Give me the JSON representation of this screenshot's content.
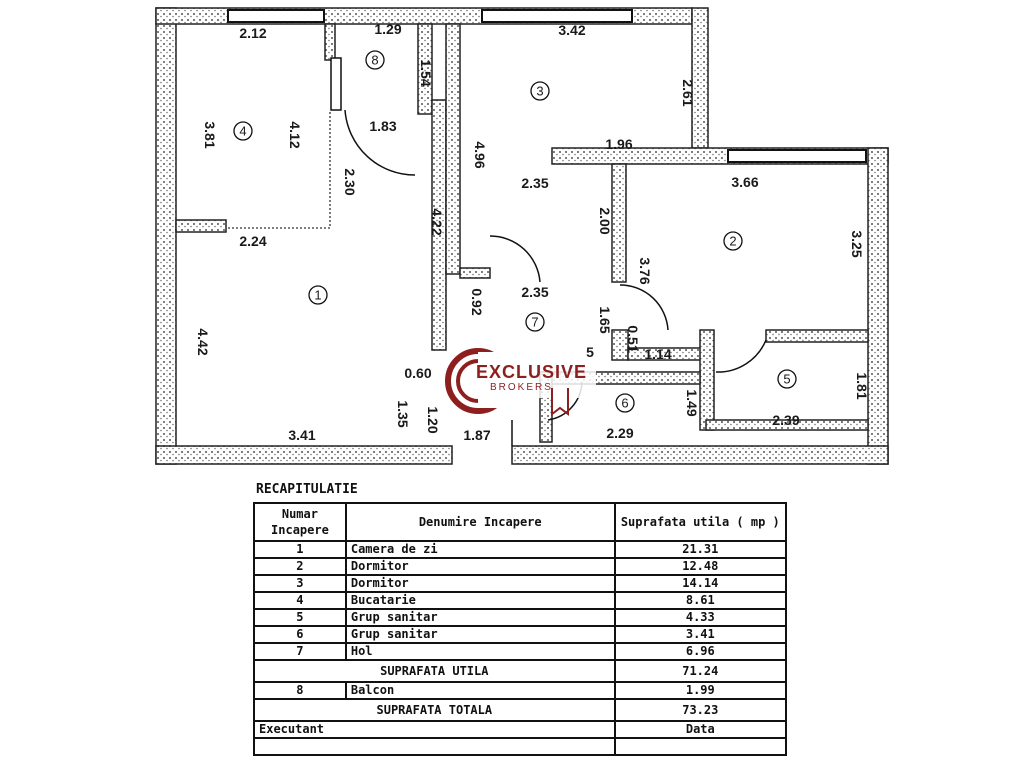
{
  "plan": {
    "rooms": [
      {
        "id": "1",
        "label": "1"
      },
      {
        "id": "2",
        "label": "2"
      },
      {
        "id": "3",
        "label": "3"
      },
      {
        "id": "4",
        "label": "4"
      },
      {
        "id": "5",
        "label": "5"
      },
      {
        "id": "6",
        "label": "6"
      },
      {
        "id": "7",
        "label": "7"
      },
      {
        "id": "8",
        "label": "8"
      }
    ],
    "dimensions": [
      "2.12",
      "1.29",
      "1.54",
      "3.81",
      "4.12",
      "1.83",
      "2.30",
      "2.24",
      "4.22",
      "4.42",
      "0.60",
      "1.35",
      "1.20",
      "3.41",
      "1.87",
      "3.42",
      "2.61",
      "1.96",
      "4.96",
      "2.35",
      "2.00",
      "0.92",
      "2.35",
      "1.65",
      "3.66",
      "3.25",
      "3.76",
      "0.51",
      "1.14",
      "1.49",
      "1.81",
      "2.29",
      "2.39",
      "5"
    ]
  },
  "logo": {
    "main": "EXCLUSIVE",
    "sub": "BROKERS",
    "accent": "#8e1f1f"
  },
  "recap": {
    "title": "RECAPITULATIE",
    "headers": [
      "Numar Incapere",
      "Denumire Incapere",
      "Suprafata utila ( mp )"
    ],
    "rows": [
      {
        "num": "1",
        "name": "Camera de zi",
        "area": "21.31"
      },
      {
        "num": "2",
        "name": "Dormitor",
        "area": "12.48"
      },
      {
        "num": "3",
        "name": "Dormitor",
        "area": "14.14"
      },
      {
        "num": "4",
        "name": "Bucatarie",
        "area": "8.61"
      },
      {
        "num": "5",
        "name": "Grup sanitar",
        "area": "4.33"
      },
      {
        "num": "6",
        "name": "Grup sanitar",
        "area": "3.41"
      },
      {
        "num": "7",
        "name": "Hol",
        "area": "6.96"
      }
    ],
    "useful_label": "SUPRAFATA UTILA",
    "useful_value": "71.24",
    "balcony": {
      "num": "8",
      "name": "Balcon",
      "area": "1.99"
    },
    "total_label": "SUPRAFATA TOTALA",
    "total_value": "73.23",
    "executant_label": "Executant",
    "date_label": "Data"
  }
}
